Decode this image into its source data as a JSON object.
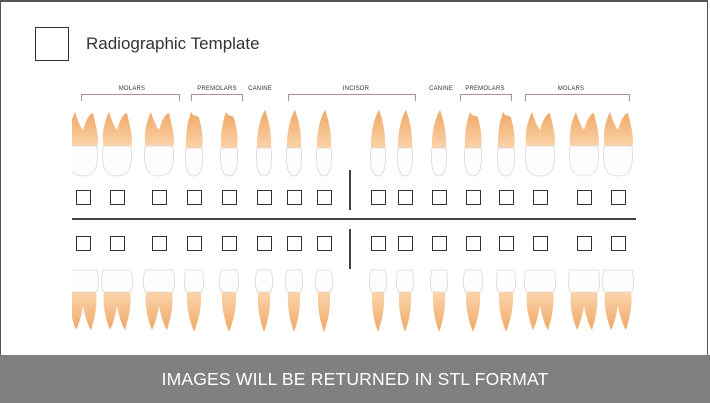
{
  "template": {
    "title": "Radiographic Template"
  },
  "groups": [
    {
      "label": "MOLARS"
    },
    {
      "label": "PREMOLARS"
    },
    {
      "label": "CANINE"
    },
    {
      "label": "INCISOR"
    },
    {
      "label": "CANINE"
    },
    {
      "label": "PREMOLARS"
    },
    {
      "label": "MOLARS"
    }
  ],
  "checkboxes": {
    "upper_count": 16,
    "lower_count": 16,
    "checked": []
  },
  "footer": {
    "text": "IMAGES WILL BE RETURNED IN STL FORMAT"
  },
  "colors": {
    "footer_bg": "#808080",
    "tooth_root": "#f4b47c",
    "tooth_crown": "#ffffff",
    "bracket": "#b48aa3"
  }
}
